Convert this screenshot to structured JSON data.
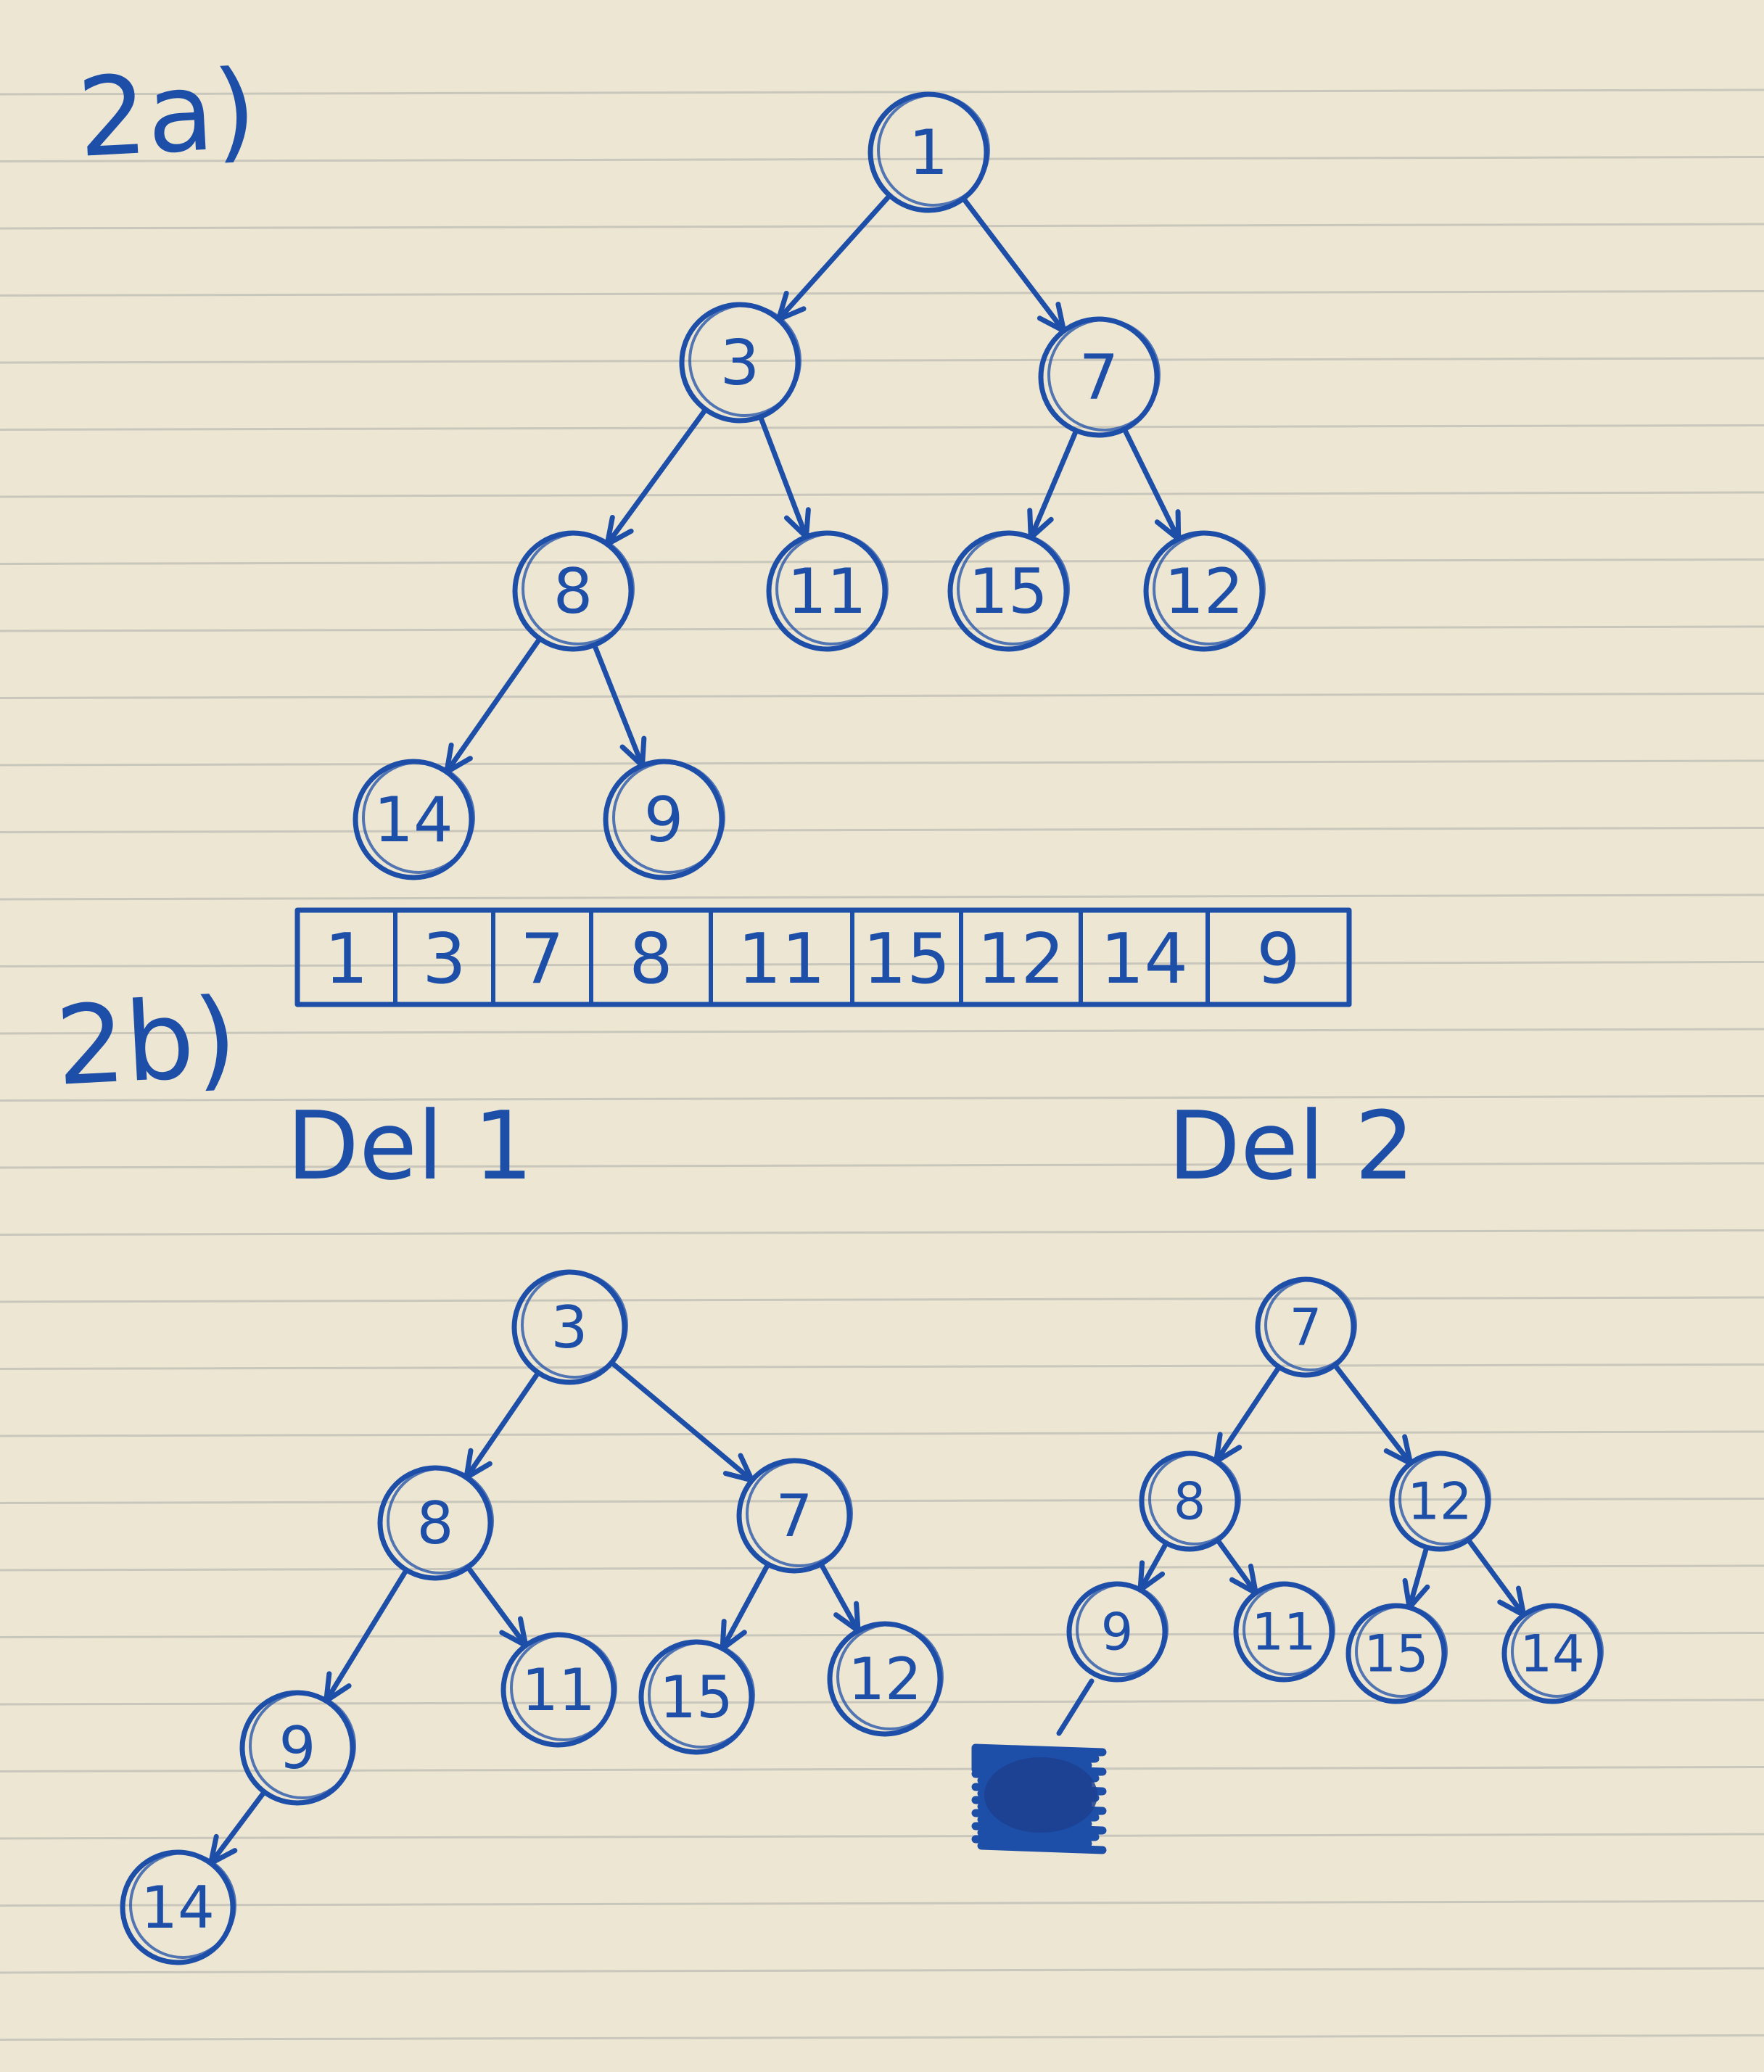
{
  "labels": {
    "part_a": "2a)",
    "part_b": "2b)",
    "del1": "Del 1",
    "del2": "Del 2"
  },
  "colors": {
    "ink": "#1d4ea8",
    "paper": "#ece6d2",
    "rule": "#c9c6bb"
  },
  "heap_a": {
    "nodes": [
      {
        "id": "a1",
        "label": "1"
      },
      {
        "id": "a3",
        "label": "3"
      },
      {
        "id": "a7",
        "label": "7"
      },
      {
        "id": "a8",
        "label": "8"
      },
      {
        "id": "a11",
        "label": "11"
      },
      {
        "id": "a15",
        "label": "15"
      },
      {
        "id": "a12",
        "label": "12"
      },
      {
        "id": "a14",
        "label": "14"
      },
      {
        "id": "a9",
        "label": "9"
      }
    ],
    "edges": [
      [
        "a1",
        "a3"
      ],
      [
        "a1",
        "a7"
      ],
      [
        "a3",
        "a8"
      ],
      [
        "a3",
        "a11"
      ],
      [
        "a7",
        "a15"
      ],
      [
        "a7",
        "a12"
      ],
      [
        "a8",
        "a14"
      ],
      [
        "a8",
        "a9"
      ]
    ]
  },
  "array": [
    "1",
    "3",
    "7",
    "8",
    "11",
    "15",
    "12",
    "14",
    "9"
  ],
  "heap_del1": {
    "nodes": [
      {
        "id": "b3",
        "label": "3"
      },
      {
        "id": "b8",
        "label": "8"
      },
      {
        "id": "b7",
        "label": "7"
      },
      {
        "id": "b9",
        "label": "9"
      },
      {
        "id": "b11",
        "label": "11"
      },
      {
        "id": "b15",
        "label": "15"
      },
      {
        "id": "b12",
        "label": "12"
      },
      {
        "id": "b14",
        "label": "14"
      }
    ],
    "edges": [
      [
        "b3",
        "b8"
      ],
      [
        "b3",
        "b7"
      ],
      [
        "b8",
        "b9"
      ],
      [
        "b8",
        "b11"
      ],
      [
        "b7",
        "b15"
      ],
      [
        "b7",
        "b12"
      ],
      [
        "b9",
        "b14"
      ]
    ]
  },
  "heap_del2": {
    "nodes": [
      {
        "id": "c7",
        "label": "7"
      },
      {
        "id": "c8",
        "label": "8"
      },
      {
        "id": "c12",
        "label": "12"
      },
      {
        "id": "c9",
        "label": "9"
      },
      {
        "id": "c11",
        "label": "11"
      },
      {
        "id": "c15",
        "label": "15"
      },
      {
        "id": "c14",
        "label": "14"
      }
    ],
    "edges": [
      [
        "c7",
        "c8"
      ],
      [
        "c7",
        "c12"
      ],
      [
        "c8",
        "c9"
      ],
      [
        "c8",
        "c11"
      ],
      [
        "c12",
        "c15"
      ],
      [
        "c12",
        "c14"
      ]
    ]
  }
}
